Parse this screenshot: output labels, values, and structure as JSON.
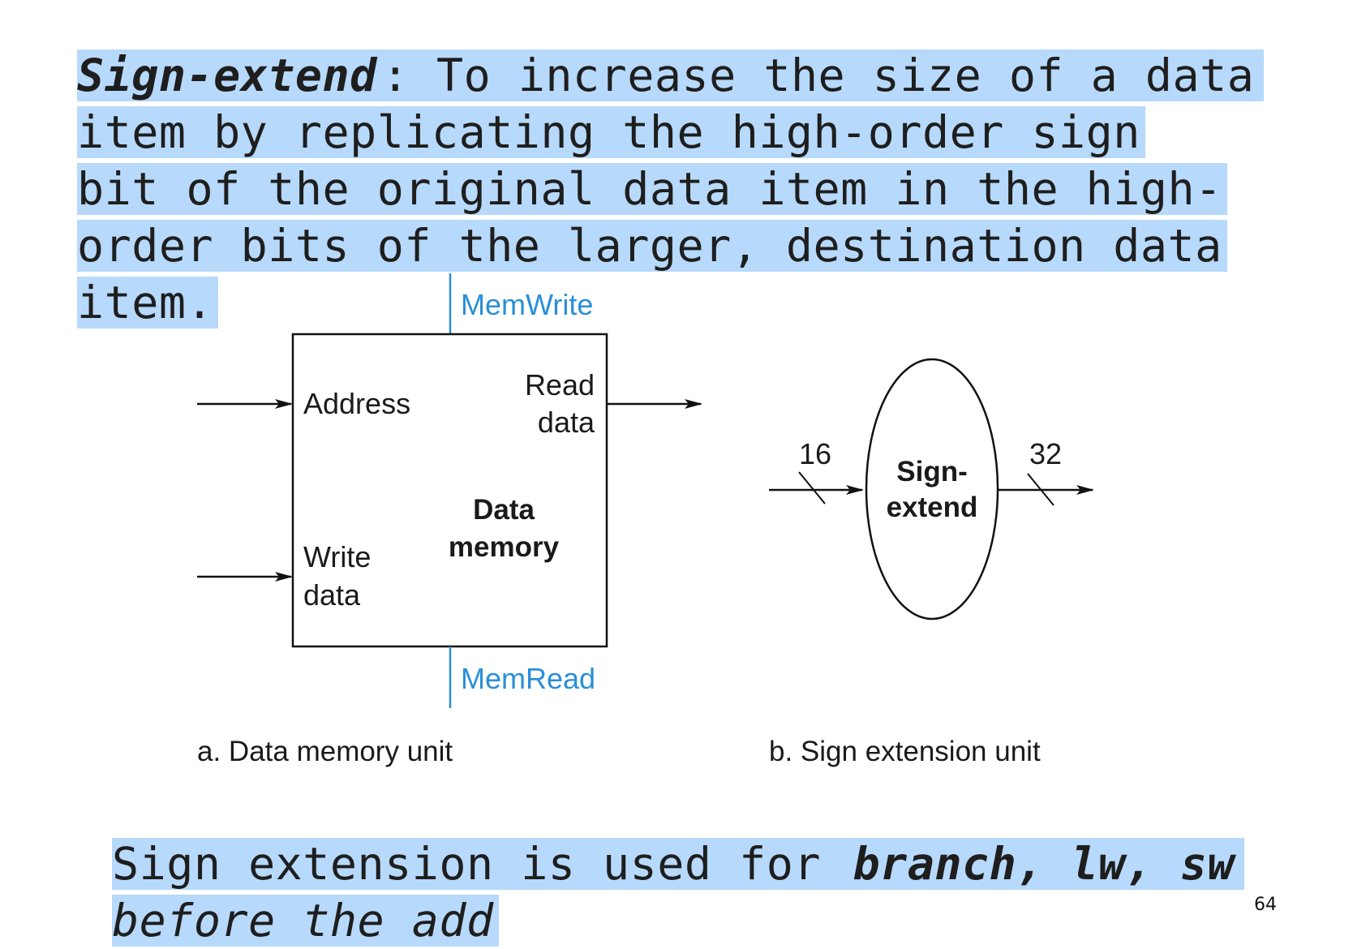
{
  "definition": {
    "term": "Sign-extend",
    "line1_rest": ": To increase the size of a data",
    "line2": "item by replicating the high-order sign",
    "line3": "bit of the original data item in the high-",
    "line4": "order bits of the larger, destination data",
    "line5": "item."
  },
  "diagram_a": {
    "box_title_line1": "Data",
    "box_title_line2": "memory",
    "input_address": "Address",
    "input_write_line1": "Write",
    "input_write_line2": "data",
    "output_read_line1": "Read",
    "output_read_line2": "data",
    "control_top": "MemWrite",
    "control_bottom": "MemRead",
    "caption": "a. Data memory unit"
  },
  "diagram_b": {
    "unit_line1": "Sign-",
    "unit_line2": "extend",
    "input_width": "16",
    "output_width": "32",
    "caption": "b. Sign extension unit"
  },
  "note": {
    "prefix": "Sign extension is used for ",
    "bold_part": "branch, lw, sw",
    "line2": "before the add"
  },
  "page_number": "64",
  "colors": {
    "highlight": "#b7d9fb",
    "control_signal": "#2a8fd6",
    "text": "#1e1e1e"
  }
}
